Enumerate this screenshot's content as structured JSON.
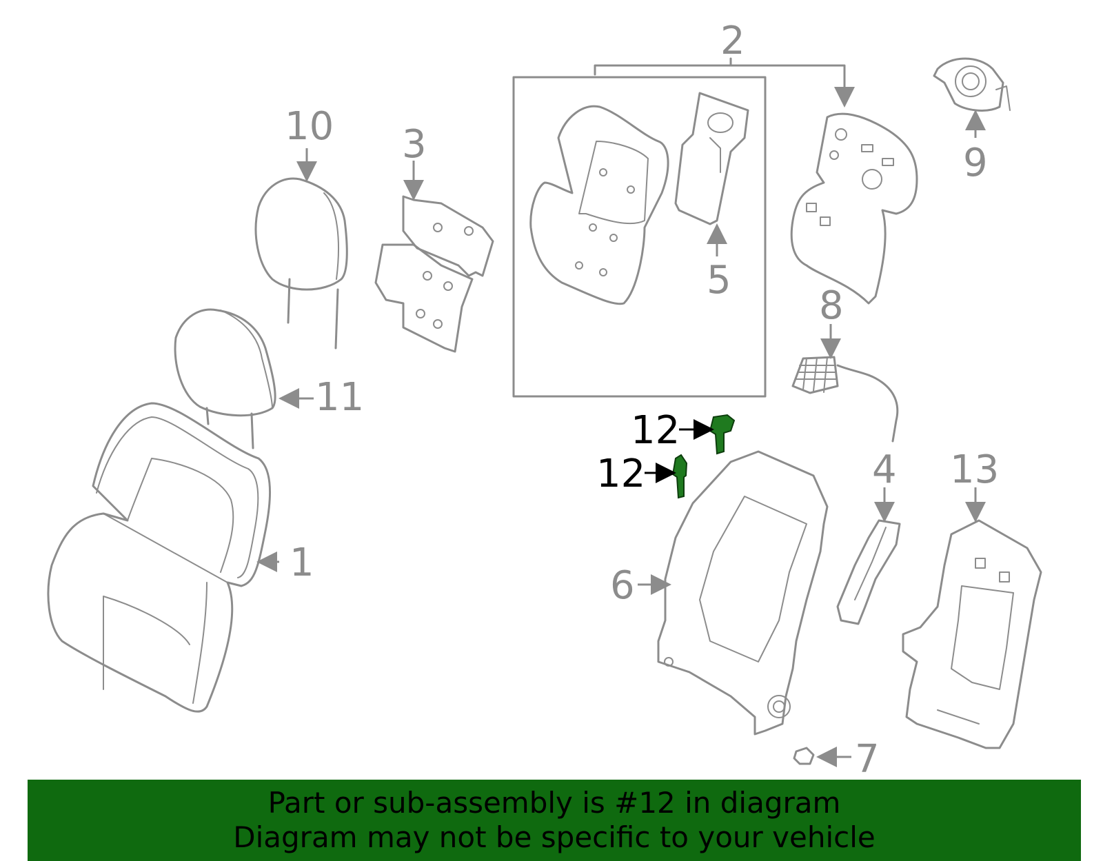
{
  "callouts": {
    "c1": "1",
    "c2": "2",
    "c3": "3",
    "c4": "4",
    "c5": "5",
    "c6": "6",
    "c7": "7",
    "c8": "8",
    "c9": "9",
    "c10": "10",
    "c11": "11",
    "c12a": "12",
    "c12b": "12",
    "c13": "13"
  },
  "highlighted_part": "12",
  "colors": {
    "outline": "#8c8c8c",
    "highlight_fill": "#1f7a1f",
    "banner_bg": "#0f6a0f",
    "label_highlight": "#000000"
  },
  "banner": {
    "line1": "Part or sub-assembly is #12 in diagram",
    "line2": "Diagram may not be specific to your vehicle"
  }
}
